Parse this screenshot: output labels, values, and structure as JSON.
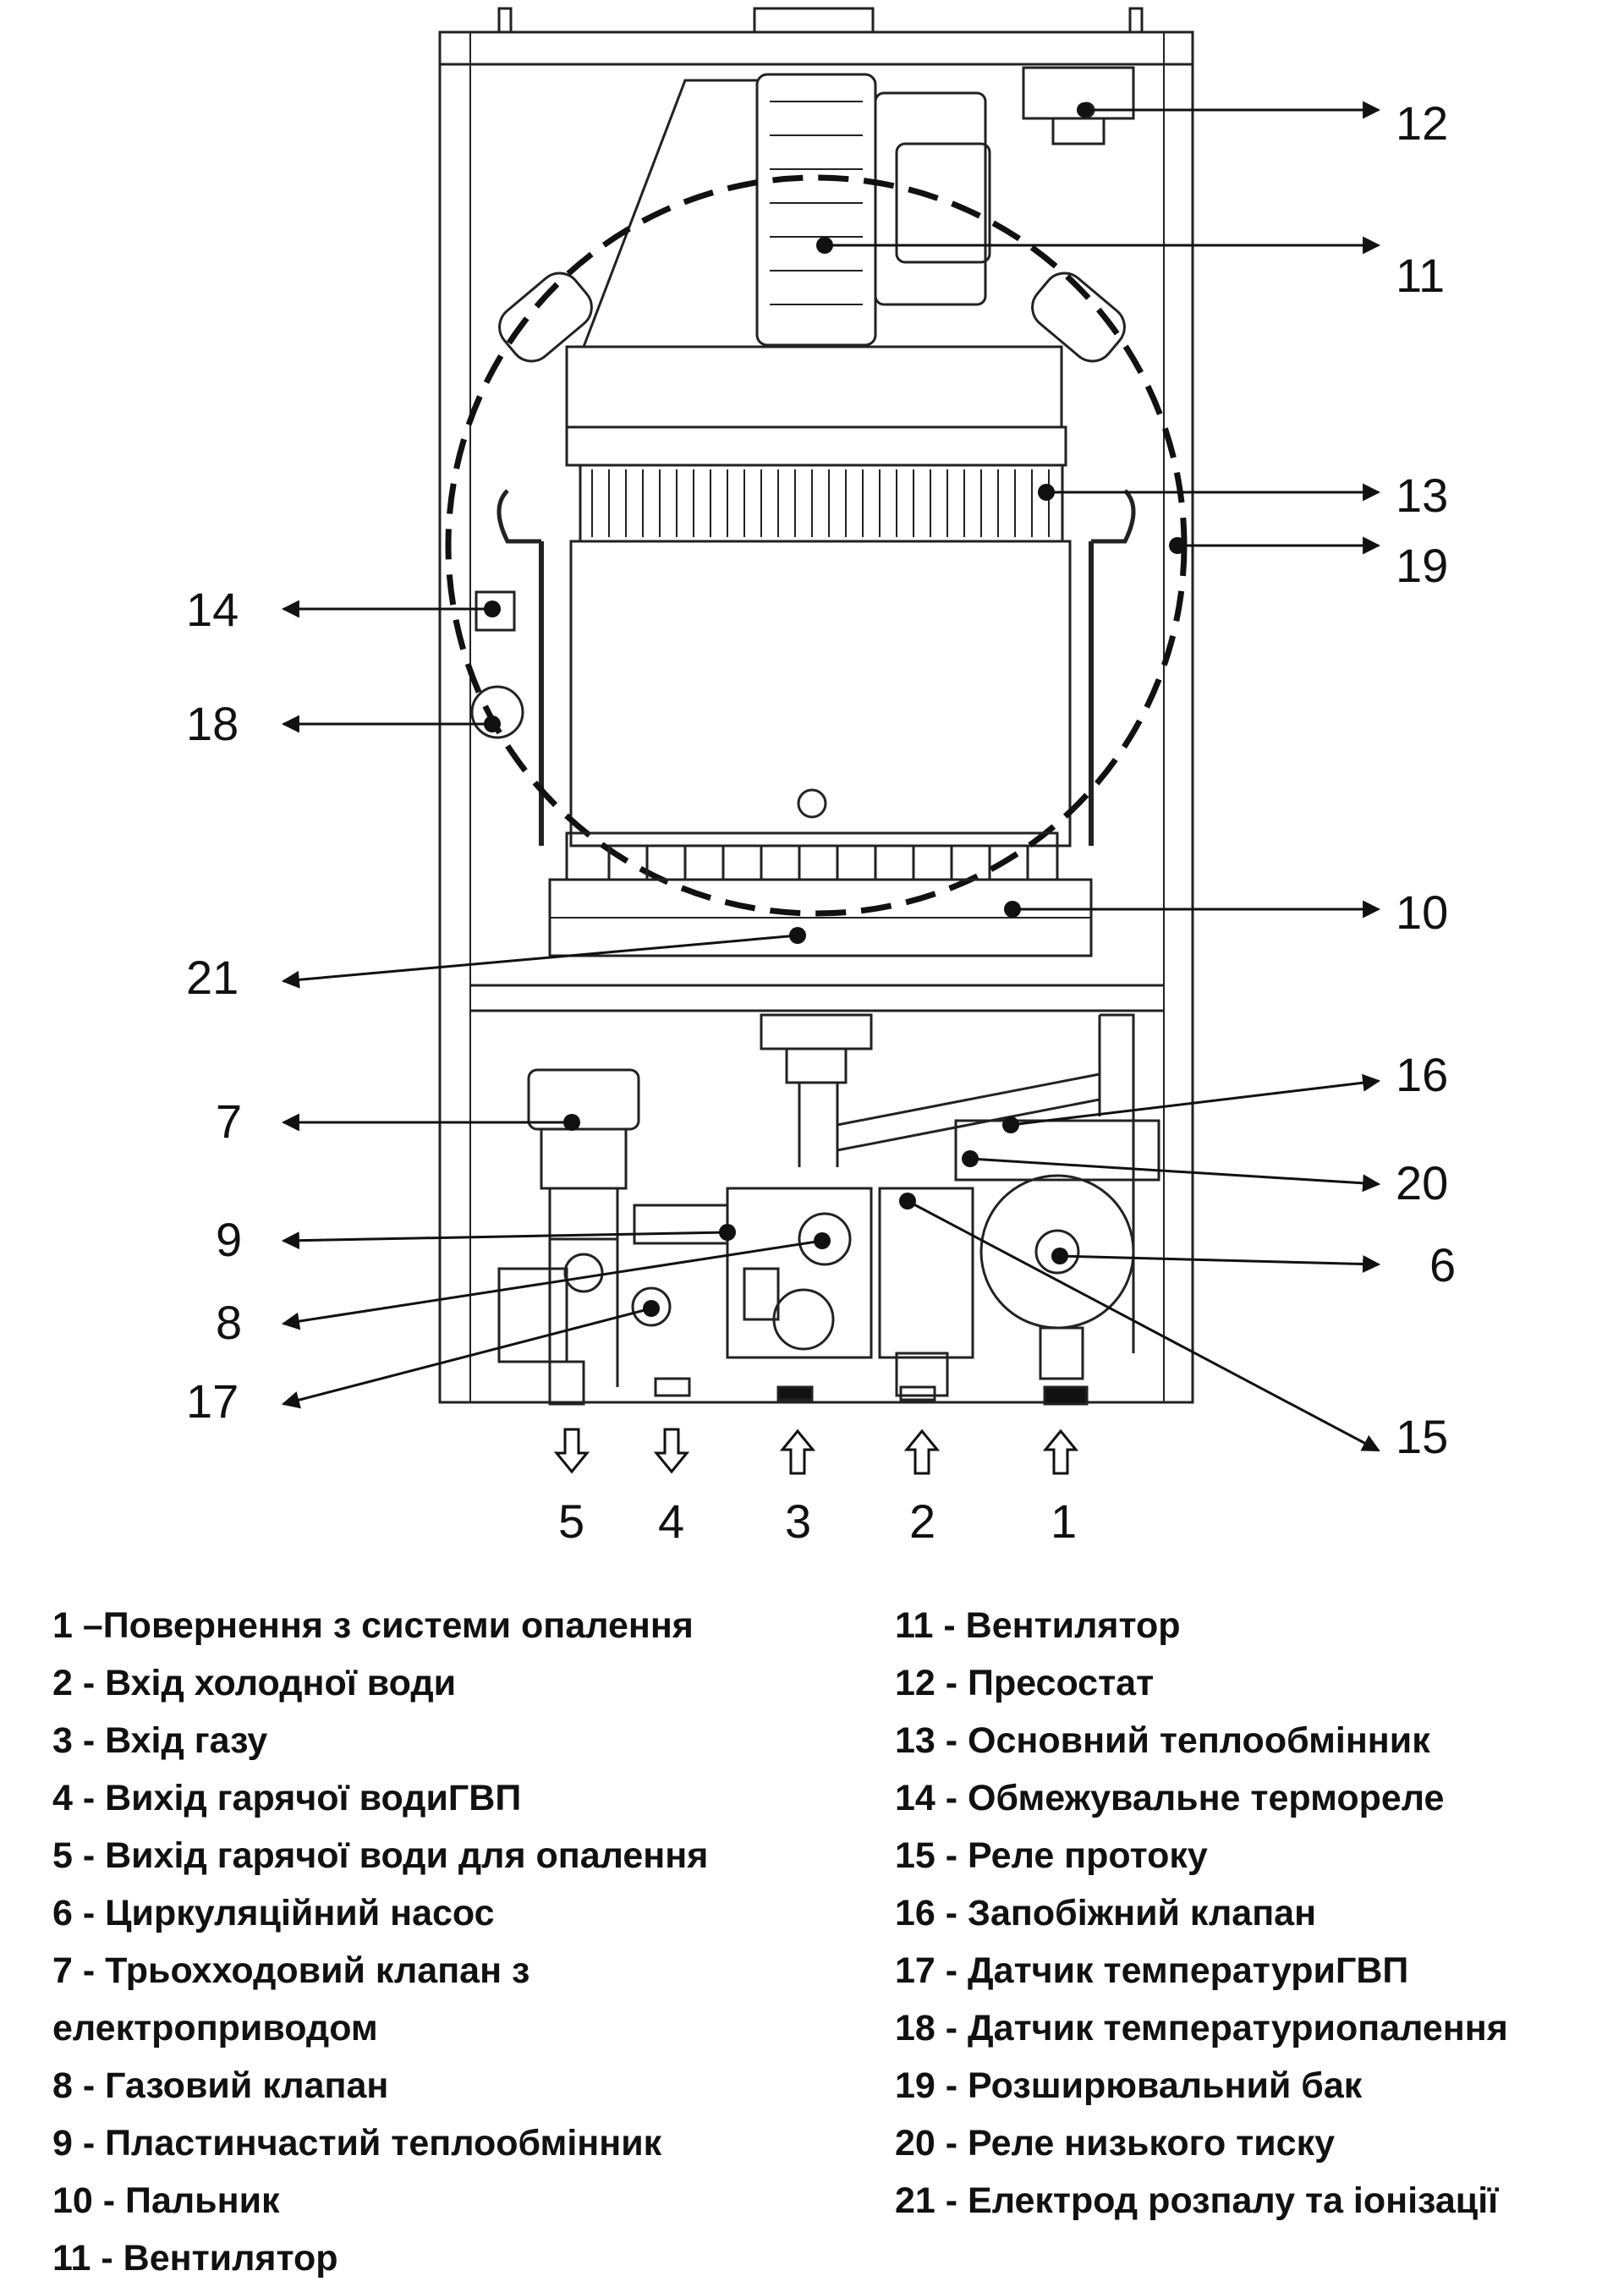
{
  "callout_numbers": {
    "n1": "1",
    "n2": "2",
    "n3": "3",
    "n4": "4",
    "n5": "5",
    "n6": "6",
    "n7": "7",
    "n8": "8",
    "n9": "9",
    "n10": "10",
    "n11": "11",
    "n12": "12",
    "n13": "13",
    "n14": "14",
    "n15": "15",
    "n16": "16",
    "n17": "17",
    "n18": "18",
    "n19": "19",
    "n20": "20",
    "n21": "21"
  },
  "legend_left": [
    "1 –Повернення з системи опалення",
    "2 - Вхід холодної води",
    "3 - Вхід газу",
    "4 - Вихід гарячої водиГВП",
    "5 - Вихід гарячої води для опалення",
    "6 - Циркуляційний насос",
    "7 - Трьохходовий клапан з\nелектроприводом",
    "8 - Газовий клапан",
    "9 - Пластинчастий теплообмінник",
    "10 - Пальник",
    "11 - Вентилятор"
  ],
  "legend_right": [
    "11 - Вентилятор",
    "12 - Пресостат",
    "13 - Основний теплообмінник",
    "14 - Обмежувальне термореле",
    "15 - Реле протоку",
    "16 - Запобіжний клапан",
    "17 - Датчик температуриГВП",
    "18 - Датчик температуриопалення",
    "19 - Розширювальний бак",
    "20 - Реле низького тиску",
    "21 - Електрод розпалу та іонізації"
  ]
}
